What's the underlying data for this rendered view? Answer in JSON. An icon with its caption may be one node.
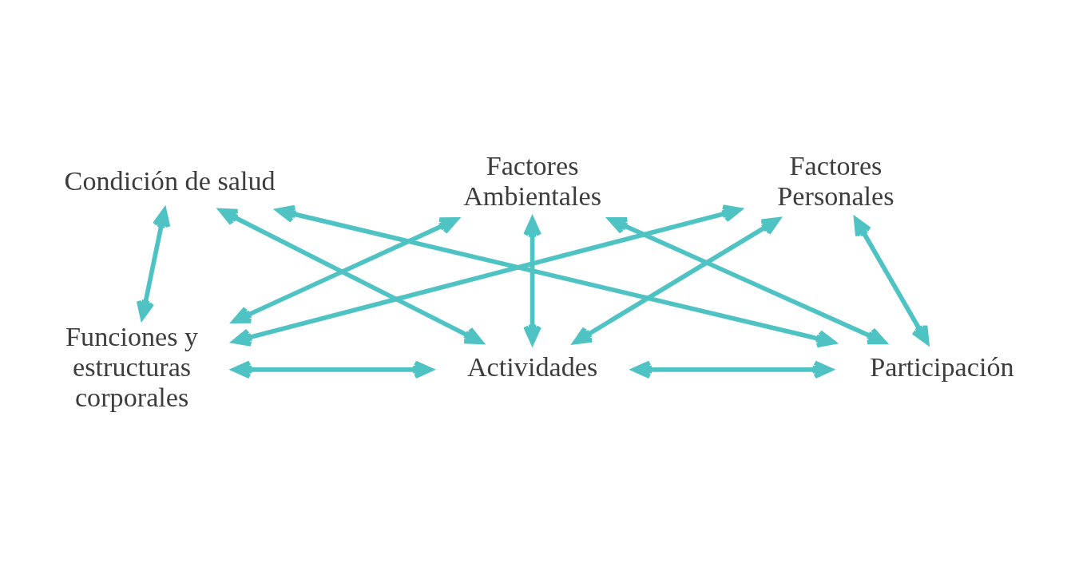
{
  "diagram": {
    "nodes": [
      {
        "text": [
          "Condición de salud"
        ]
      },
      {
        "text": [
          "Funciones y estructuras corporales"
        ]
      },
      {
        "text": [
          "Actividades"
        ]
      },
      {
        "text": [
          "Participación"
        ]
      },
      {
        "text": [
          "Factores Ambientales"
        ]
      },
      {
        "text": [
          "Factores Personales"
        ]
      }
    ],
    "edges": [
      {
        "from": 0,
        "to": 2,
        "arrow": "both"
      },
      {
        "from": 0,
        "to": 1,
        "arrow": "both"
      },
      {
        "from": 0,
        "to": 3,
        "arrow": "both"
      },
      {
        "from": 1,
        "to": 2,
        "arrow": "both"
      },
      {
        "from": 2,
        "to": 3,
        "arrow": "both"
      },
      {
        "from": 4,
        "to": 2,
        "arrow": "both"
      },
      {
        "from": 4,
        "to": 1,
        "arrow": "both"
      },
      {
        "from": 4,
        "to": 3,
        "arrow": "both"
      },
      {
        "from": 5,
        "to": 2,
        "arrow": "both"
      },
      {
        "from": 5,
        "to": 1,
        "arrow": "both"
      },
      {
        "from": 5,
        "to": 3,
        "arrow": "both"
      }
    ]
  }
}
